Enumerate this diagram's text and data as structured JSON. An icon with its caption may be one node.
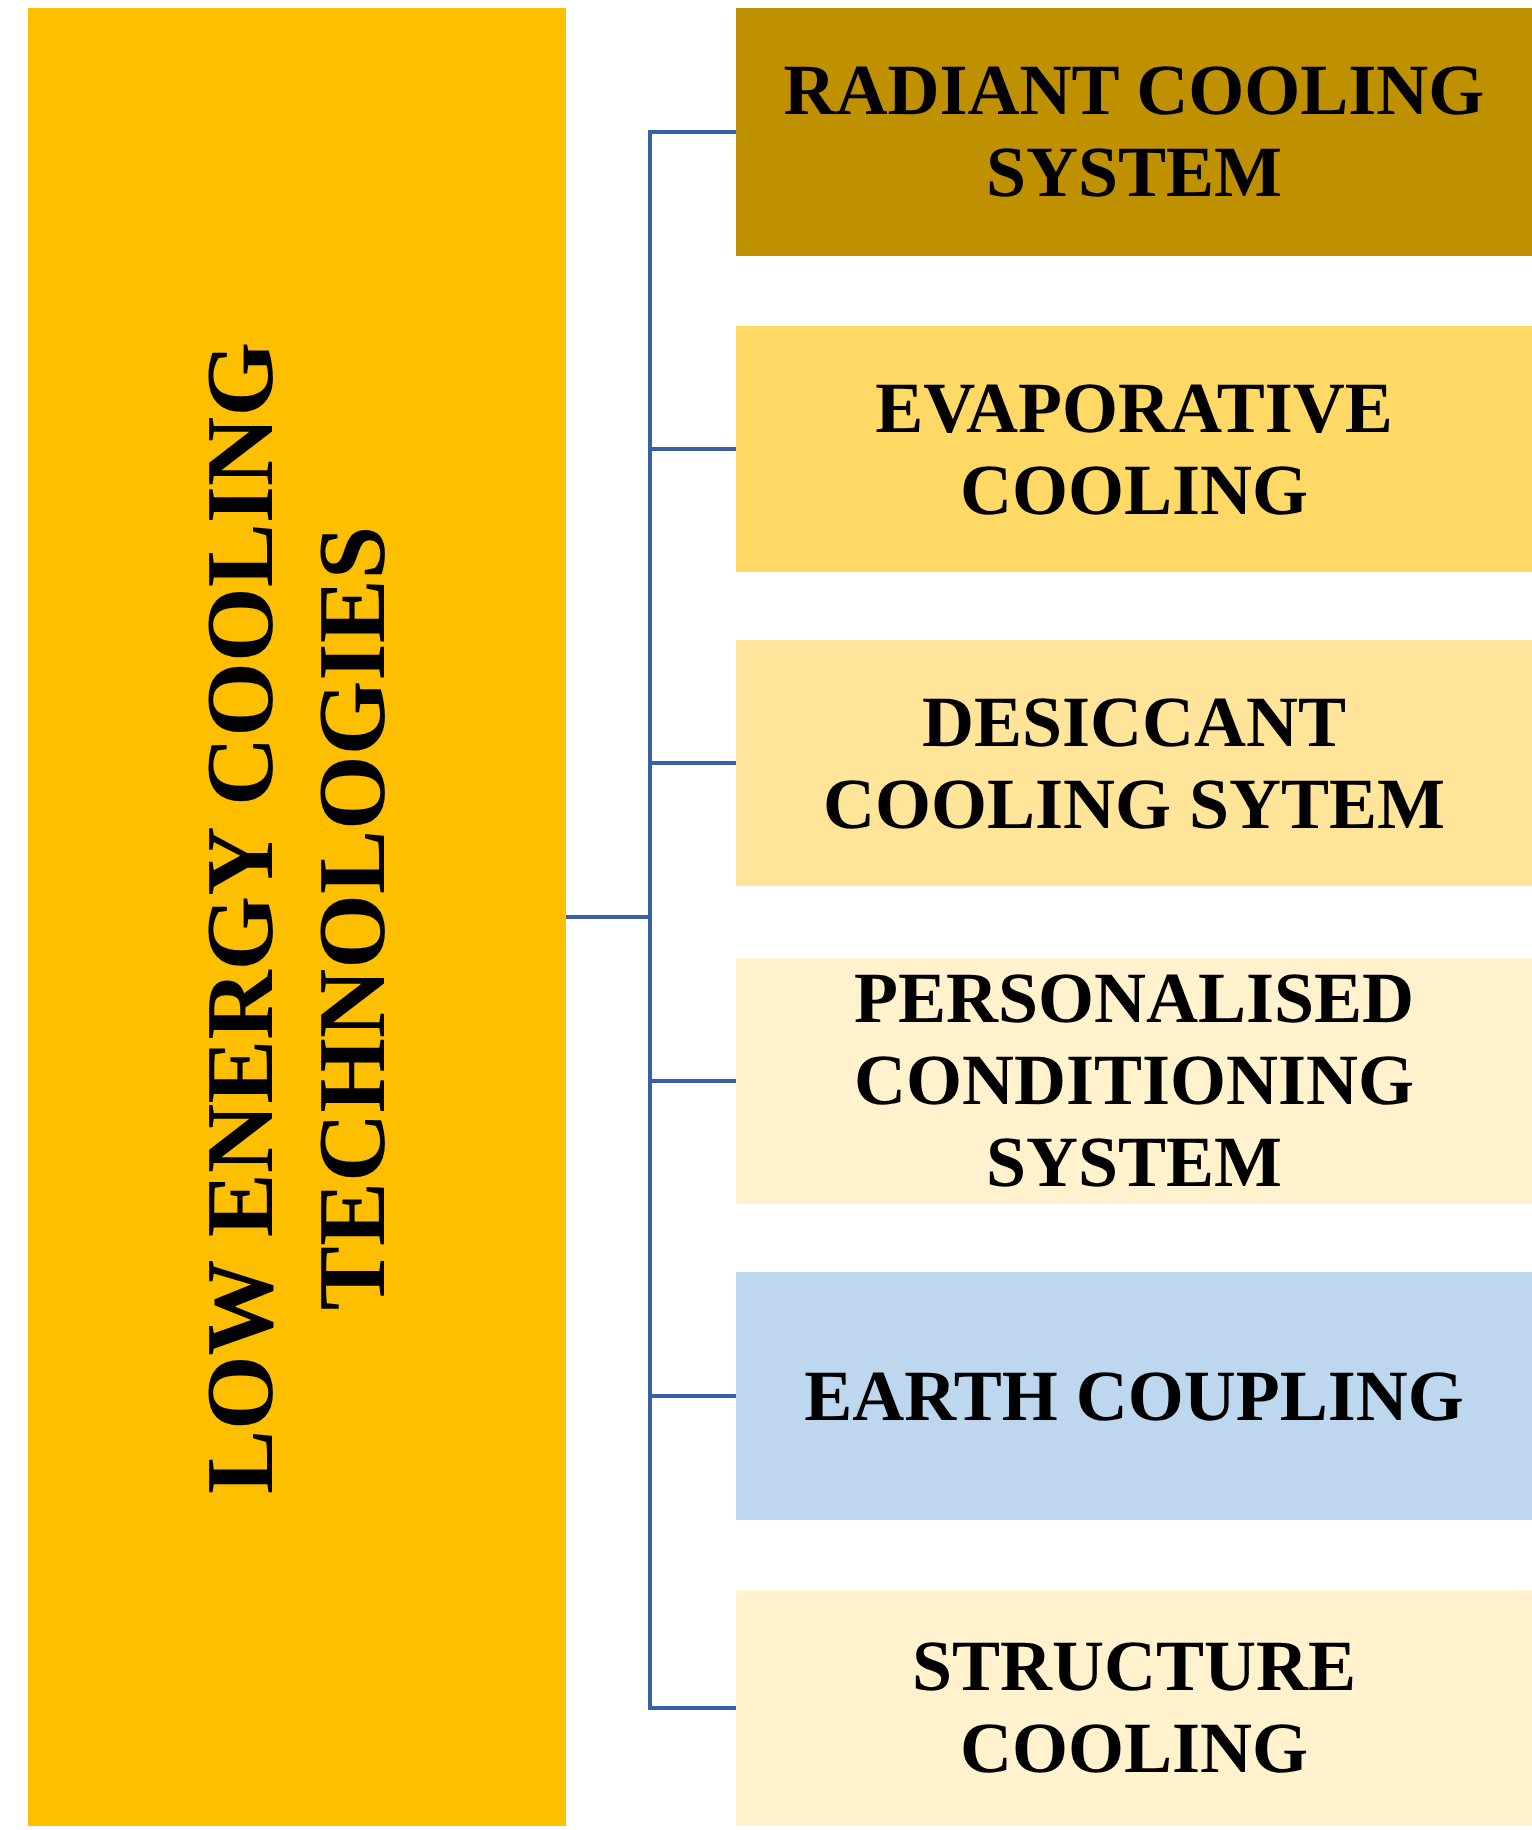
{
  "diagram": {
    "nodes": [
      {
        "text": [
          "LOW ENERGY COOLING TECHNOLOGIES"
        ]
      },
      {
        "text": [
          "RADIANT COOLING SYSTEM"
        ]
      },
      {
        "text": [
          "EVAPORATIVE COOLING"
        ]
      },
      {
        "text": [
          "DESICCANT COOLING SYTEM"
        ]
      },
      {
        "text": [
          "PERSONALISED CONDITIONING SYSTEM"
        ]
      },
      {
        "text": [
          "EARTH COUPLING"
        ]
      },
      {
        "text": [
          "STRUCTURE COOLING"
        ]
      }
    ],
    "edges": [
      {
        "from": 0,
        "to": 1,
        "arrow": "none"
      },
      {
        "from": 0,
        "to": 2,
        "arrow": "none"
      },
      {
        "from": 0,
        "to": 3,
        "arrow": "none"
      },
      {
        "from": 0,
        "to": 4,
        "arrow": "none"
      },
      {
        "from": 0,
        "to": 5,
        "arrow": "none"
      },
      {
        "from": 0,
        "to": 6,
        "arrow": "none"
      }
    ]
  }
}
